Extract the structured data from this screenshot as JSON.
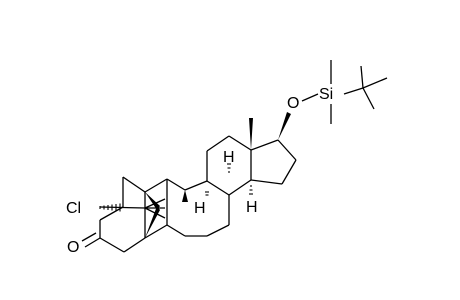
{
  "molecule": {
    "atoms": {
      "oxygen_ether": "O",
      "silicon": "Si",
      "hydrogen_c8": "H",
      "hydrogen_c9": "H",
      "hydrogen_c14": "H",
      "chlorine": "Cl",
      "oxygen_ketone": "O"
    }
  },
  "colors": {
    "bond": "#000000",
    "background": "#ffffff"
  }
}
